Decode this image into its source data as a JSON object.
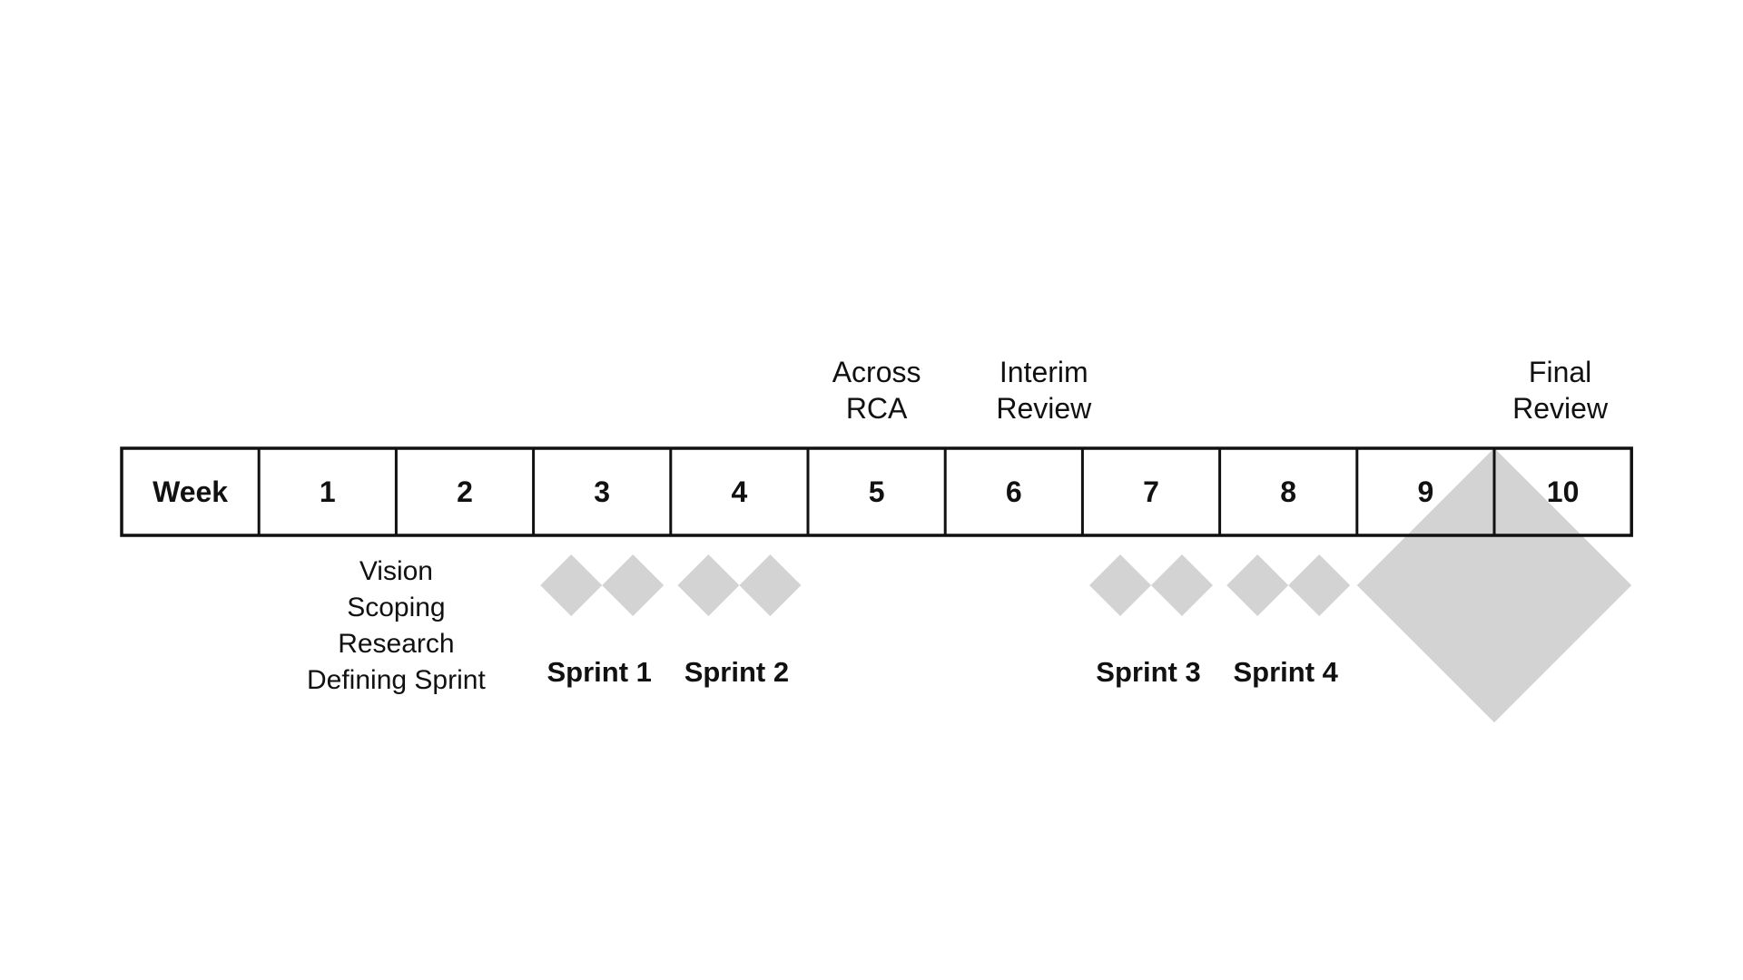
{
  "timeline": {
    "header_label": "Week",
    "weeks": [
      "1",
      "2",
      "3",
      "4",
      "5",
      "6",
      "7",
      "8",
      "9",
      "10"
    ]
  },
  "milestones": [
    {
      "week": "5",
      "lines": [
        "Across",
        "RCA"
      ]
    },
    {
      "week": "6",
      "lines": [
        "Interim",
        "Review"
      ]
    },
    {
      "week": "10",
      "lines": [
        "Final",
        "Review"
      ]
    }
  ],
  "phases": [
    {
      "weeks": [
        "1",
        "2"
      ],
      "lines": [
        "Vision",
        "Scoping",
        "Research",
        "Defining Sprint"
      ]
    }
  ],
  "sprints": [
    {
      "label": "Sprint 1",
      "week": "3"
    },
    {
      "label": "Sprint 2",
      "week": "4"
    },
    {
      "label": "Sprint 3",
      "week": "7"
    },
    {
      "label": "Sprint 4",
      "week": "8"
    }
  ],
  "final_marker": {
    "weeks": [
      "9",
      "10"
    ]
  },
  "colors": {
    "border": "#111111",
    "diamond": "#d3d3d3",
    "background": "#ffffff"
  }
}
